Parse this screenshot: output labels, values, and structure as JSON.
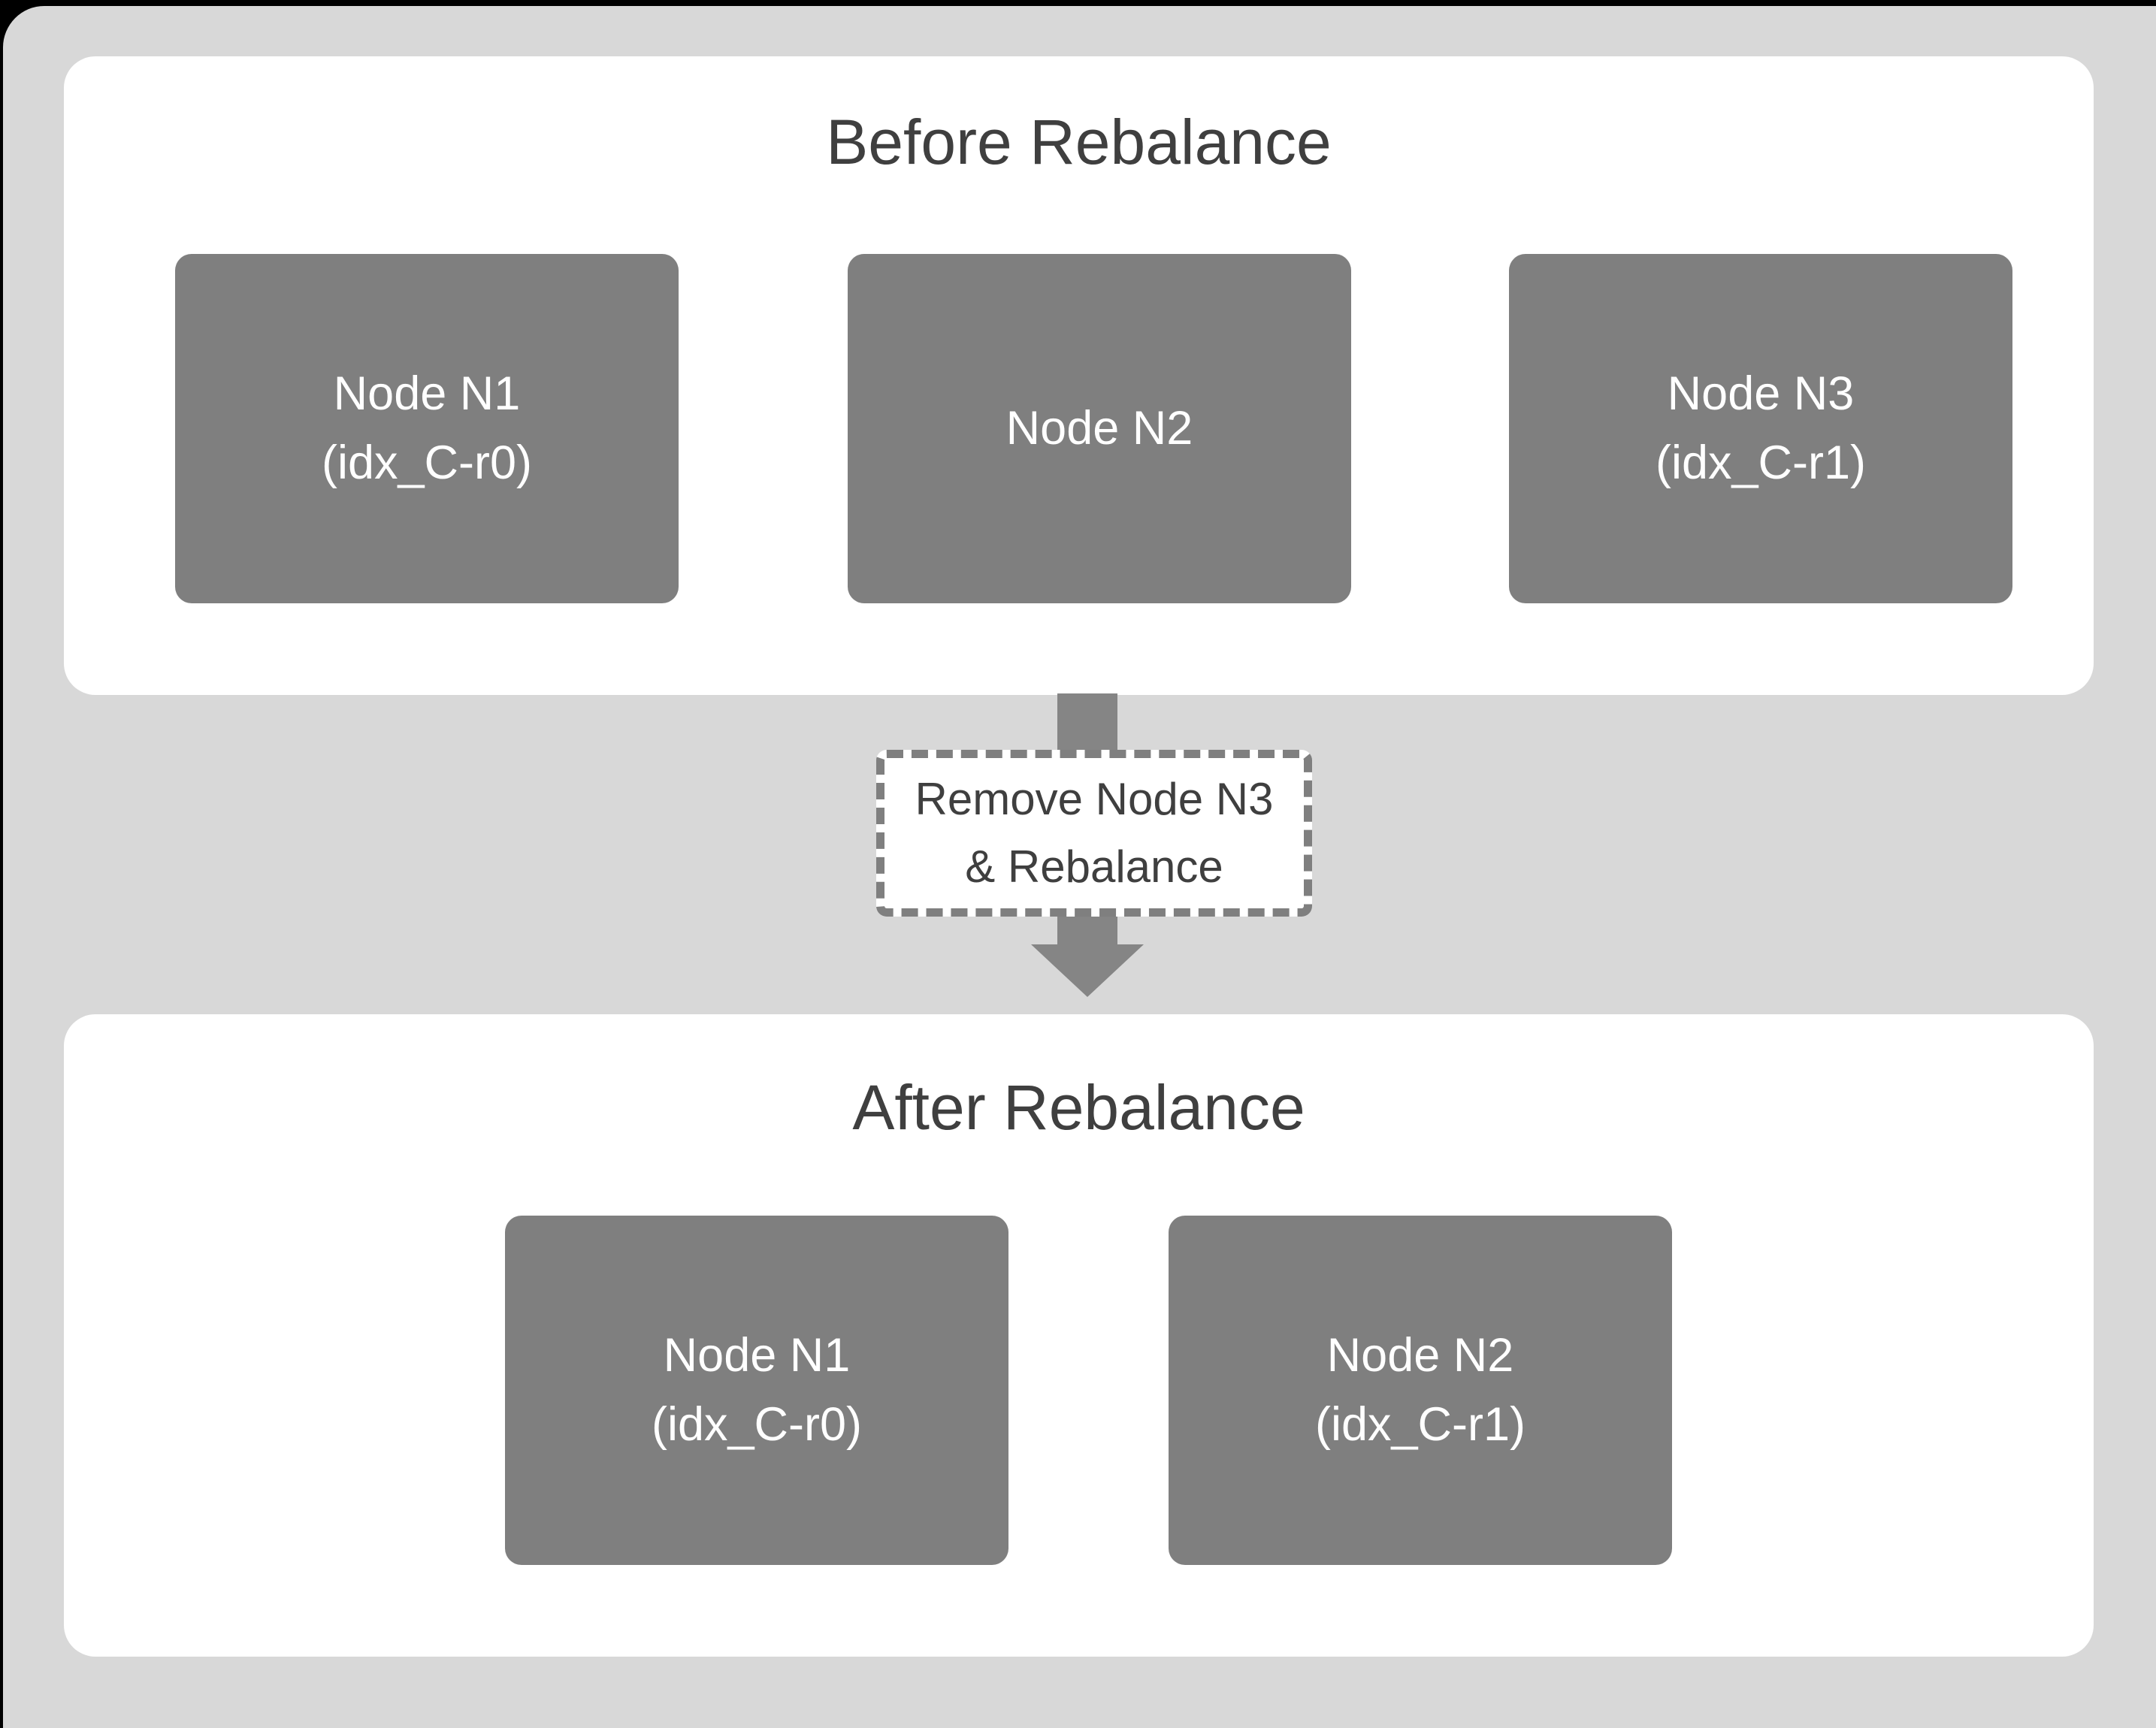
{
  "colors": {
    "frame": "#000000",
    "canvas_background": "#d8d8d8",
    "panel_background": "#ffffff",
    "node_fill": "#7f7f7f",
    "node_text": "#ffffff",
    "title_text": "#3f3f3f",
    "arrow_fill": "#858585",
    "dashed_border": "#7f7f7f"
  },
  "before": {
    "title": "Before Rebalance",
    "nodes": [
      {
        "line1": "Node N1",
        "line2": "(idx_C-r0)"
      },
      {
        "line1": "Node N2",
        "line2": ""
      },
      {
        "line1": "Node N3",
        "line2": "(idx_C-r1)"
      }
    ]
  },
  "transition": {
    "arrow_icon": "down-arrow",
    "label_line1": "Remove Node N3",
    "label_line2": "& Rebalance"
  },
  "after": {
    "title": "After Rebalance",
    "nodes": [
      {
        "line1": "Node N1",
        "line2": "(idx_C-r0)"
      },
      {
        "line1": "Node N2",
        "line2": "(idx_C-r1)"
      }
    ]
  }
}
